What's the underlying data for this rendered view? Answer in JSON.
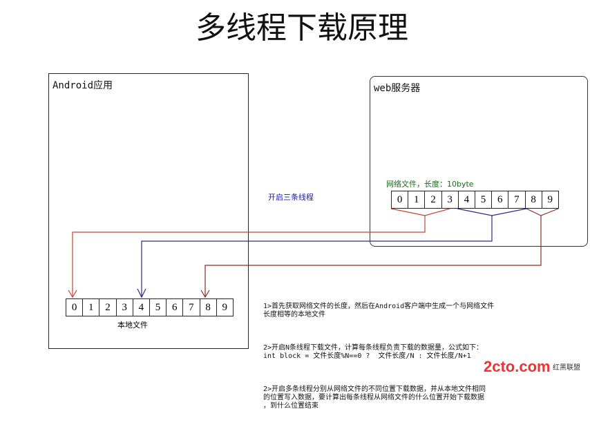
{
  "title": "多线程下载原理",
  "android_box": {
    "label": "Android应用"
  },
  "web_box": {
    "label": "web服务器"
  },
  "network_file_label": "网络文件，长度：10byte",
  "threads_label": "开启三条线程",
  "server_cells": [
    "0",
    "1",
    "2",
    "3",
    "4",
    "5",
    "6",
    "7",
    "8",
    "9"
  ],
  "local_cells": [
    "0",
    "1",
    "2",
    "3",
    "4",
    "5",
    "6",
    "7",
    "8",
    "9"
  ],
  "local_file_label": "本地文件",
  "notes": [
    "1>首先获取网络文件的长度，然后在Android客户端中生成一个与网络文件\n长度相等的本地文件",
    "2>开启N条线程下载文件，计算每条线程负责下载的数据量，公式如下：\nint block = 文件长度%N==0 ?  文件长度/N : 文件长度/N+1",
    "2>开启多条线程分别从网络文件的不同位置下载数据，并从本地文件相同\n的位置写入数据，要计算出每条线程从网络文件的什么位置开始下载数据\n，到什么位置结束"
  ],
  "watermark": {
    "logo": "2cto.com",
    "tagline": "红黑联盟"
  },
  "colors": {
    "thread1": "#c8412f",
    "thread2": "#2a2a8a",
    "thread3": "#8a2a22"
  }
}
